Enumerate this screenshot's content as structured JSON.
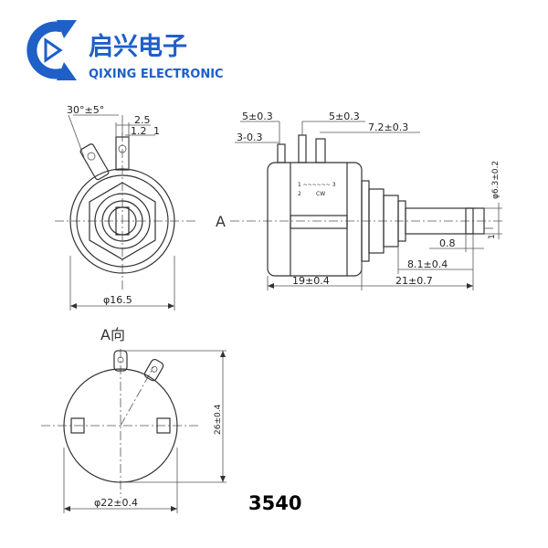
{
  "logo": {
    "brand_cn": "启兴电子",
    "brand_en": "QIXING ELECTRONIC",
    "accent_color": "#1e5fc8",
    "icon": "qx-logo-icon"
  },
  "front_view": {
    "angle": "30°±5°",
    "pin_spacing": "2.5",
    "pin_width": "1.2",
    "pin_thickness": "1",
    "diameter": "φ16.5"
  },
  "side_view": {
    "view_marker": "A",
    "top_left_spacing": "5±0.3",
    "top_right_spacing": "5±0.3",
    "pin_offset": "3-0.3",
    "shaft_clearance": "7.2±0.3",
    "shaft_diameter": "φ6.3±0.2",
    "flat_depth": "1",
    "flat_width": "0.8",
    "bushing_length": "8.1±0.4",
    "body_length": "19±0.4",
    "shaft_length": "21±0.7",
    "label_line1": "1 ~~~~~~ 3",
    "label_line2": "2",
    "label_rotation": "CW"
  },
  "rear_view": {
    "title": "A向",
    "height": "26±0.4",
    "diameter": "φ22±0.4"
  },
  "model_number": "3540"
}
